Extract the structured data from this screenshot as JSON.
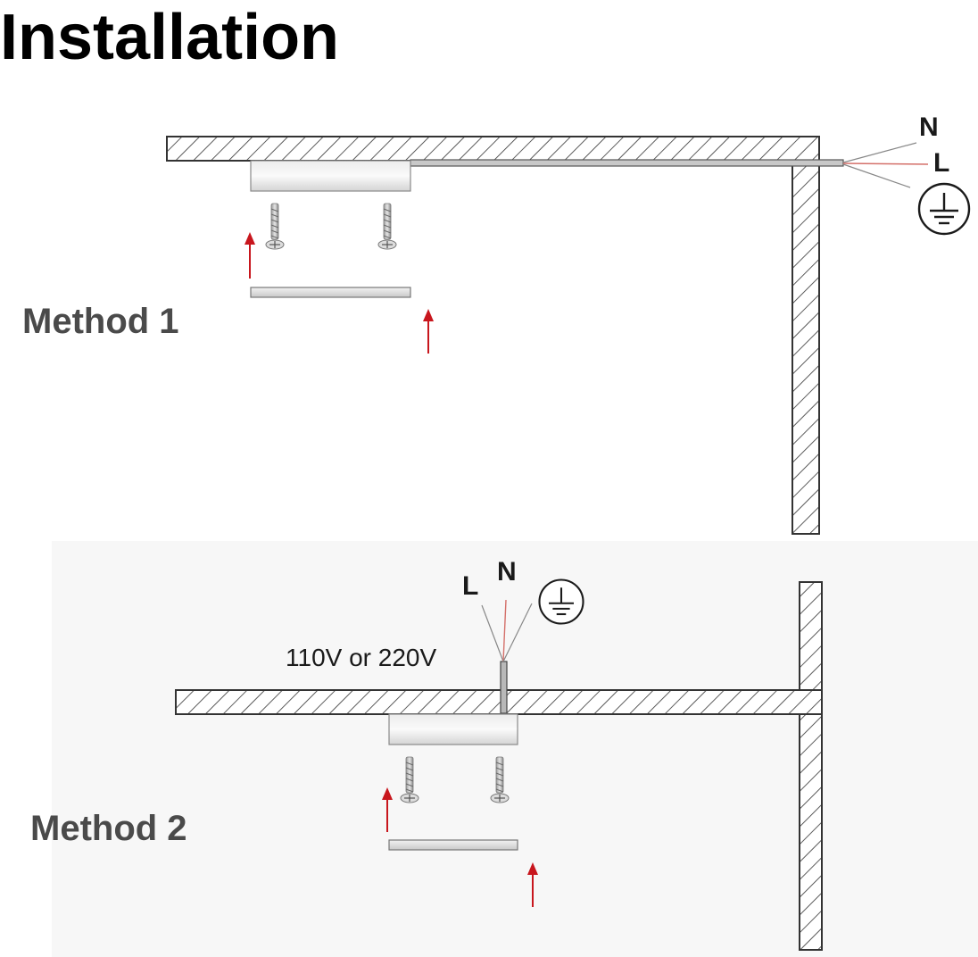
{
  "title": "Installation",
  "method1": {
    "label": "Method 1",
    "wires": {
      "neutral": "N",
      "live": "L"
    }
  },
  "method2": {
    "label": "Method 2",
    "voltage": "110V or 220V",
    "wires": {
      "live": "L",
      "neutral": "N"
    }
  },
  "colors": {
    "arrow": "#c8161d",
    "wire_live": "#d4706a",
    "wire_other": "#888888",
    "panel_background": "#f7f7f7"
  },
  "icons": {
    "ground": "ground-symbol-icon",
    "screw": "screw-icon",
    "arrow": "up-arrow-icon"
  }
}
